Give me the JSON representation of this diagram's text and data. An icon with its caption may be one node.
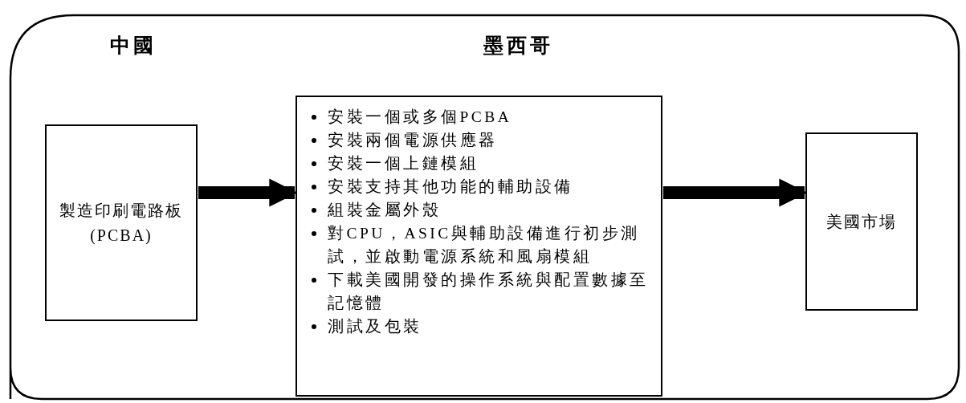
{
  "diagram": {
    "nodes": [
      {
        "text": [
          "中國",
          "墨西哥"
        ]
      },
      {
        "text": [
          "製造印刷電路板 (PCBA)"
        ],
        "in": 0
      },
      {
        "text": [
          "安裝一個或多個PCBA",
          "安裝兩個電源供應器",
          "安裝一個上鏈模組",
          "安裝支持其他功能的輔助設備",
          "組裝金屬外殼",
          "對CPU，ASIC與輔助設備進行初步測試，並啟動電源系統和風扇模組",
          "下載美國開發的操作系統與配置數據至記憶體",
          "測試及包裝"
        ],
        "in": 0
      },
      {
        "text": [
          "美國市場"
        ],
        "in": 0
      }
    ],
    "edges": [
      {
        "from": 1,
        "to": 2,
        "arrow": "to"
      },
      {
        "from": 2,
        "to": 3,
        "arrow": "to"
      }
    ]
  }
}
